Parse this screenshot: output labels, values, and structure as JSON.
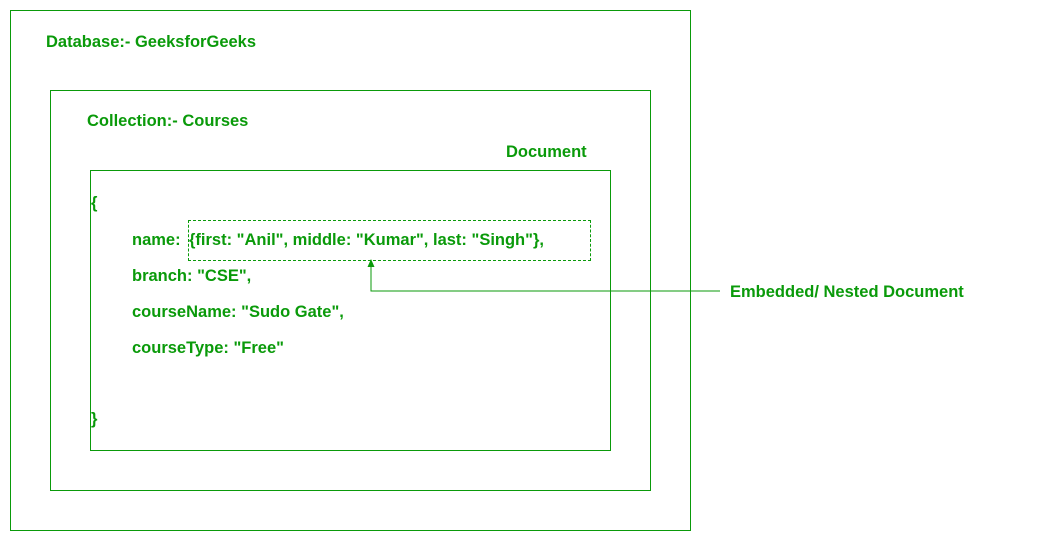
{
  "database_label": "Database:- GeeksforGeeks",
  "collection_label": "Collection:- Courses",
  "document_label": "Document",
  "document": {
    "open_brace": "{",
    "name_key": "name:",
    "name_value": "{first: \"Anil\", middle: \"Kumar\", last: \"Singh\"},",
    "branch_line": "branch: \"CSE\",",
    "course_name_line": "courseName: \"Sudo Gate\",",
    "course_type_line": "courseType: \"Free\"",
    "close_brace": "}"
  },
  "annotation_label": "Embedded/ Nested Document",
  "colors": {
    "primary": "#0a9a0a",
    "background": "#ffffff"
  }
}
